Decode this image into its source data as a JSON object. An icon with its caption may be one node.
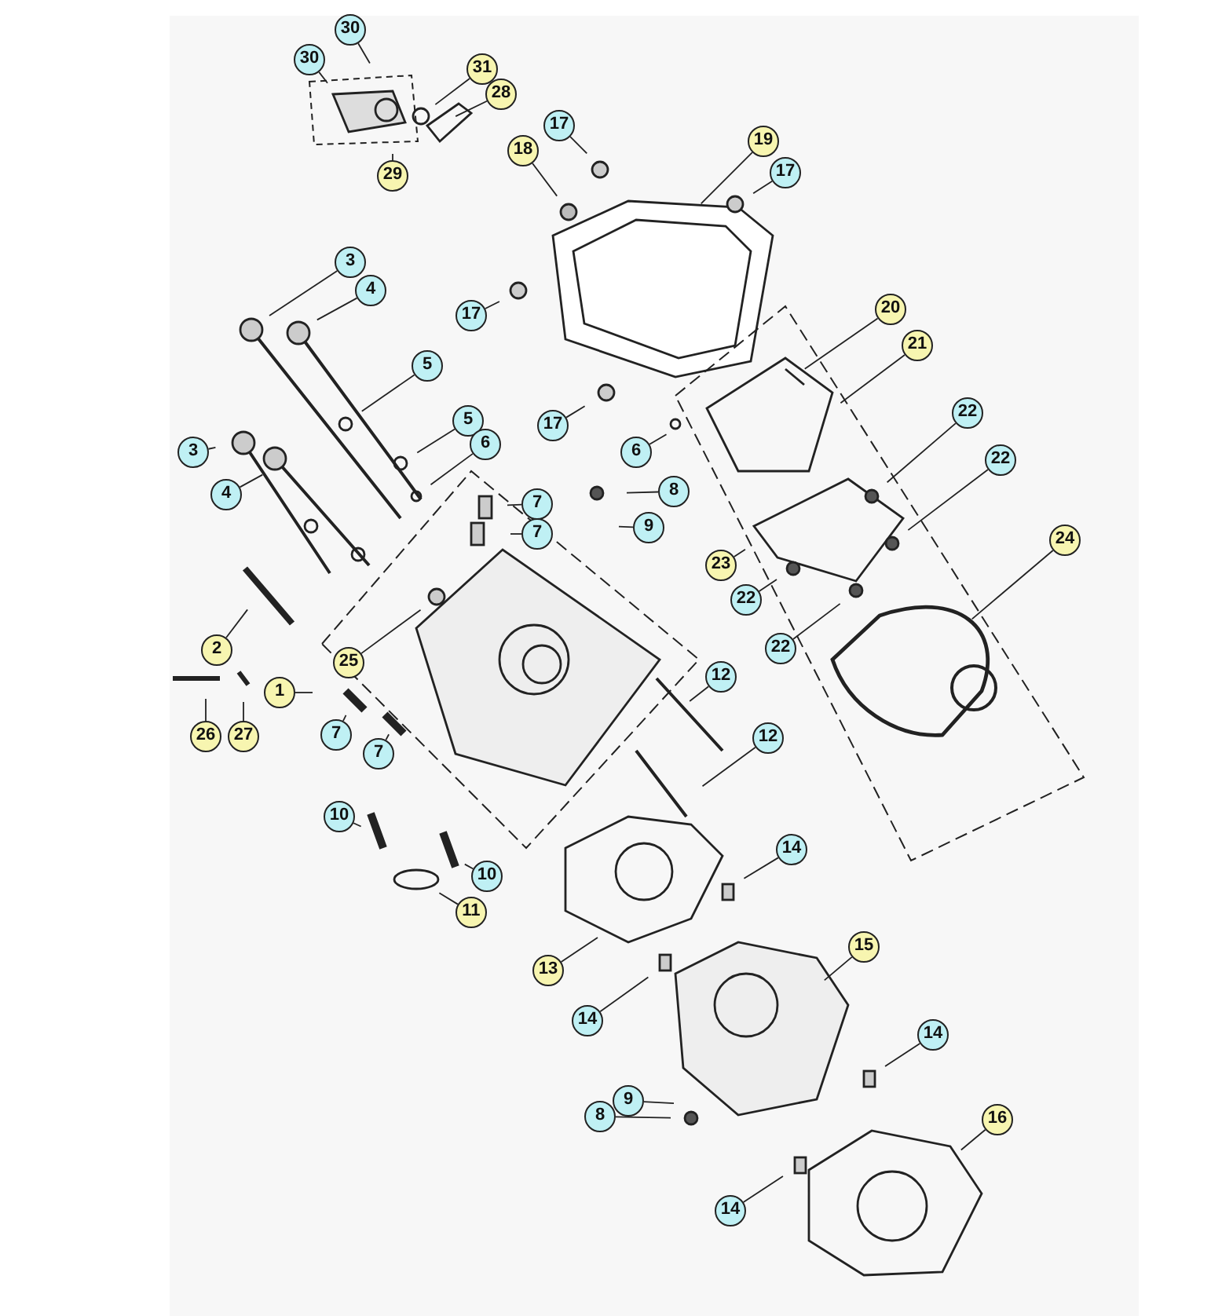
{
  "diagram": {
    "nodes": [
      {
        "text": [
          "30"
        ]
      },
      {
        "text": [
          "30"
        ]
      },
      {
        "text": [
          "31"
        ]
      },
      {
        "text": [
          "28"
        ]
      },
      {
        "text": [
          "17"
        ]
      },
      {
        "text": [
          "19"
        ]
      },
      {
        "text": [
          "18"
        ]
      },
      {
        "text": [
          "17"
        ]
      },
      {
        "text": [
          "29"
        ]
      },
      {
        "text": [
          "3"
        ]
      },
      {
        "text": [
          "4"
        ]
      },
      {
        "text": [
          "20"
        ]
      },
      {
        "text": [
          "17"
        ]
      },
      {
        "text": [
          "21"
        ]
      },
      {
        "text": [
          "5"
        ]
      },
      {
        "text": [
          "22"
        ]
      },
      {
        "text": [
          "5"
        ]
      },
      {
        "text": [
          "17"
        ]
      },
      {
        "text": [
          "6"
        ]
      },
      {
        "text": [
          "3"
        ]
      },
      {
        "text": [
          "6"
        ]
      },
      {
        "text": [
          "22"
        ]
      },
      {
        "text": [
          "4"
        ]
      },
      {
        "text": [
          "8"
        ]
      },
      {
        "text": [
          "7"
        ]
      },
      {
        "text": [
          "9"
        ]
      },
      {
        "text": [
          "7"
        ]
      },
      {
        "text": [
          "24"
        ]
      },
      {
        "text": [
          "23"
        ]
      },
      {
        "text": [
          "22"
        ]
      },
      {
        "text": [
          "2"
        ]
      },
      {
        "text": [
          "22"
        ]
      },
      {
        "text": [
          "25"
        ]
      },
      {
        "text": [
          "12"
        ]
      },
      {
        "text": [
          "1"
        ]
      },
      {
        "text": [
          "26"
        ]
      },
      {
        "text": [
          "27"
        ]
      },
      {
        "text": [
          "7"
        ]
      },
      {
        "text": [
          "7"
        ]
      },
      {
        "text": [
          "12"
        ]
      },
      {
        "text": [
          "10"
        ]
      },
      {
        "text": [
          "14"
        ]
      },
      {
        "text": [
          "10"
        ]
      },
      {
        "text": [
          "11"
        ]
      },
      {
        "text": [
          "15"
        ]
      },
      {
        "text": [
          "13"
        ]
      },
      {
        "text": [
          "14"
        ]
      },
      {
        "text": [
          "14"
        ]
      },
      {
        "text": [
          "9"
        ]
      },
      {
        "text": [
          "8"
        ]
      },
      {
        "text": [
          "16"
        ]
      },
      {
        "text": [
          "14"
        ]
      }
    ],
    "edges": [
      {
        "from": 0,
        "to": null,
        "arrow": "none"
      },
      {
        "from": 1,
        "to": null,
        "arrow": "none"
      },
      {
        "from": 2,
        "to": null,
        "arrow": "none"
      },
      {
        "from": 3,
        "to": null,
        "arrow": "none"
      },
      {
        "from": 4,
        "to": null,
        "arrow": "none"
      },
      {
        "from": 5,
        "to": null,
        "arrow": "none"
      },
      {
        "from": 6,
        "to": null,
        "arrow": "none"
      },
      {
        "from": 7,
        "to": null,
        "arrow": "none"
      },
      {
        "from": 8,
        "to": null,
        "arrow": "none"
      },
      {
        "from": 9,
        "to": null,
        "arrow": "none"
      },
      {
        "from": 10,
        "to": null,
        "arrow": "none"
      },
      {
        "from": 11,
        "to": null,
        "arrow": "none"
      },
      {
        "from": 12,
        "to": null,
        "arrow": "none"
      },
      {
        "from": 13,
        "to": null,
        "arrow": "none"
      },
      {
        "from": 14,
        "to": null,
        "arrow": "none"
      },
      {
        "from": 15,
        "to": null,
        "arrow": "none"
      },
      {
        "from": 16,
        "to": null,
        "arrow": "none"
      },
      {
        "from": 17,
        "to": null,
        "arrow": "none"
      },
      {
        "from": 18,
        "to": null,
        "arrow": "none"
      },
      {
        "from": 19,
        "to": null,
        "arrow": "none"
      },
      {
        "from": 20,
        "to": null,
        "arrow": "none"
      },
      {
        "from": 21,
        "to": null,
        "arrow": "none"
      },
      {
        "from": 22,
        "to": null,
        "arrow": "none"
      },
      {
        "from": 23,
        "to": null,
        "arrow": "none"
      },
      {
        "from": 24,
        "to": null,
        "arrow": "none"
      },
      {
        "from": 25,
        "to": null,
        "arrow": "none"
      },
      {
        "from": 26,
        "to": null,
        "arrow": "none"
      },
      {
        "from": 27,
        "to": null,
        "arrow": "none"
      },
      {
        "from": 28,
        "to": null,
        "arrow": "none"
      },
      {
        "from": 29,
        "to": null,
        "arrow": "none"
      },
      {
        "from": 30,
        "to": null,
        "arrow": "none"
      },
      {
        "from": 31,
        "to": null,
        "arrow": "none"
      },
      {
        "from": 32,
        "to": null,
        "arrow": "none"
      },
      {
        "from": 33,
        "to": null,
        "arrow": "none"
      },
      {
        "from": 34,
        "to": null,
        "arrow": "none"
      },
      {
        "from": 35,
        "to": null,
        "arrow": "none"
      },
      {
        "from": 36,
        "to": null,
        "arrow": "none"
      },
      {
        "from": 37,
        "to": null,
        "arrow": "none"
      },
      {
        "from": 38,
        "to": null,
        "arrow": "none"
      },
      {
        "from": 39,
        "to": null,
        "arrow": "none"
      },
      {
        "from": 40,
        "to": null,
        "arrow": "none"
      },
      {
        "from": 41,
        "to": null,
        "arrow": "none"
      },
      {
        "from": 42,
        "to": null,
        "arrow": "none"
      },
      {
        "from": 43,
        "to": null,
        "arrow": "none"
      },
      {
        "from": 44,
        "to": null,
        "arrow": "none"
      },
      {
        "from": 45,
        "to": null,
        "arrow": "none"
      },
      {
        "from": 46,
        "to": null,
        "arrow": "none"
      },
      {
        "from": 47,
        "to": null,
        "arrow": "none"
      },
      {
        "from": 48,
        "to": null,
        "arrow": "none"
      },
      {
        "from": 49,
        "to": null,
        "arrow": "none"
      },
      {
        "from": 50,
        "to": null,
        "arrow": "none"
      },
      {
        "from": 51,
        "to": null,
        "arrow": "none"
      }
    ]
  }
}
